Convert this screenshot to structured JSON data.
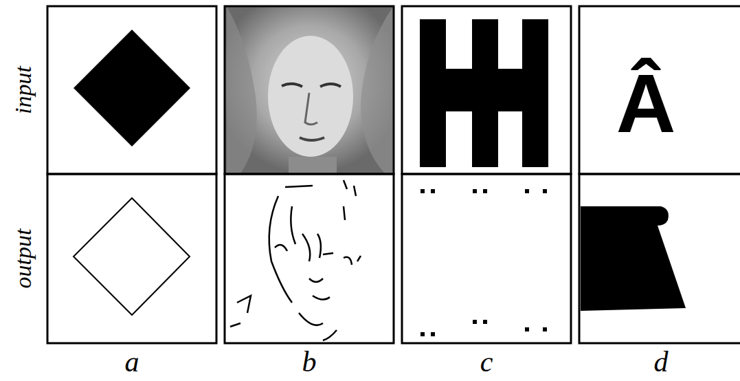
{
  "diagram": {
    "labels": [
      "input",
      "output",
      "Â",
      "a",
      "b",
      "c",
      "d"
    ]
  }
}
